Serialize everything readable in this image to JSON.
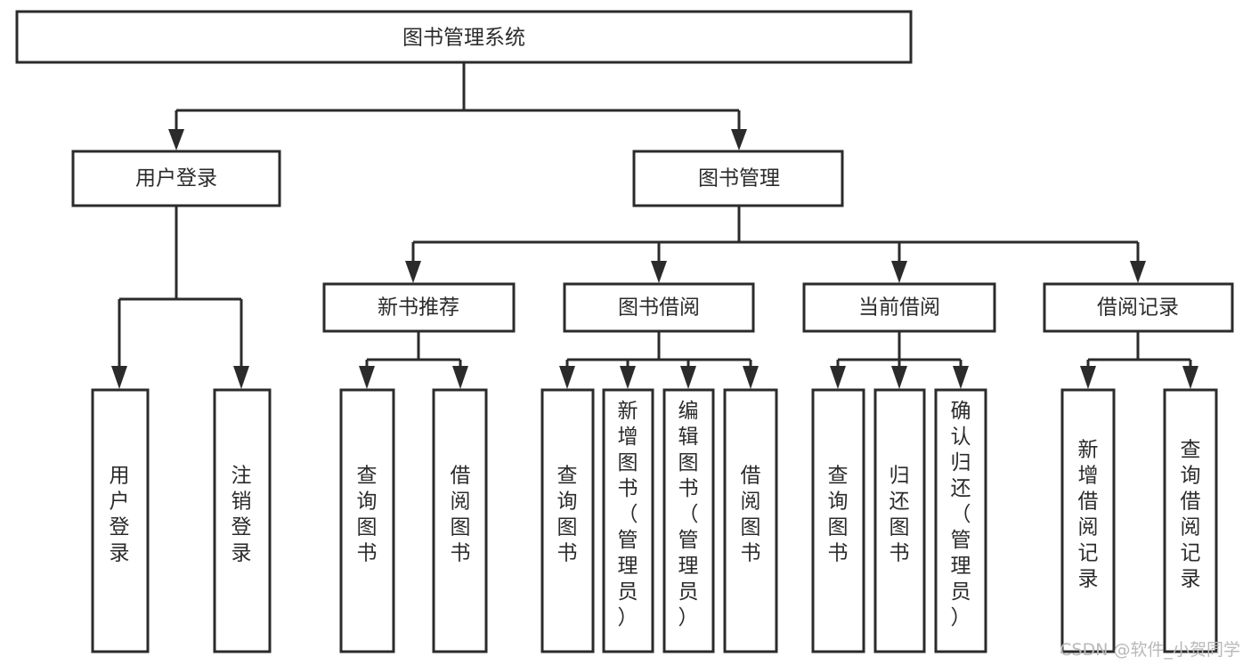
{
  "diagram": {
    "title": "图书管理系统",
    "type": "hierarchy-tree",
    "root": {
      "id": "root",
      "label": "图书管理系统",
      "orientation": "horizontal"
    },
    "level2": [
      {
        "id": "user-login",
        "label": "用户登录",
        "orientation": "horizontal"
      },
      {
        "id": "book-manage",
        "label": "图书管理",
        "orientation": "horizontal"
      }
    ],
    "level3": [
      {
        "id": "new-book-rec",
        "label": "新书推荐",
        "orientation": "horizontal",
        "parent": "book-manage"
      },
      {
        "id": "book-borrow",
        "label": "图书借阅",
        "orientation": "horizontal",
        "parent": "book-manage"
      },
      {
        "id": "current-borrow",
        "label": "当前借阅",
        "orientation": "horizontal",
        "parent": "book-manage"
      },
      {
        "id": "borrow-record",
        "label": "借阅记录",
        "orientation": "horizontal",
        "parent": "book-manage"
      }
    ],
    "leaves": [
      {
        "id": "leaf-user-login",
        "label": "用户登录",
        "orientation": "vertical",
        "parent": "user-login"
      },
      {
        "id": "leaf-logout-login",
        "label": "注销登录",
        "orientation": "vertical",
        "parent": "user-login"
      },
      {
        "id": "leaf-query-book-1",
        "label": "查询图书",
        "orientation": "vertical",
        "parent": "new-book-rec"
      },
      {
        "id": "leaf-borrow-book-1",
        "label": "借阅图书",
        "orientation": "vertical",
        "parent": "new-book-rec"
      },
      {
        "id": "leaf-query-book-2",
        "label": "查询图书",
        "orientation": "vertical",
        "parent": "book-borrow"
      },
      {
        "id": "leaf-add-book",
        "label": "新增图书（管理员）",
        "orientation": "vertical",
        "parent": "book-borrow"
      },
      {
        "id": "leaf-edit-book",
        "label": "编辑图书（管理员）",
        "orientation": "vertical",
        "parent": "book-borrow"
      },
      {
        "id": "leaf-borrow-book-2",
        "label": "借阅图书",
        "orientation": "vertical",
        "parent": "book-borrow"
      },
      {
        "id": "leaf-query-book-3",
        "label": "查询图书",
        "orientation": "vertical",
        "parent": "current-borrow"
      },
      {
        "id": "leaf-return-book",
        "label": "归还图书",
        "orientation": "vertical",
        "parent": "current-borrow"
      },
      {
        "id": "leaf-confirm-return",
        "label": "确认归还（管理员）",
        "orientation": "vertical",
        "parent": "current-borrow"
      },
      {
        "id": "leaf-add-record",
        "label": "新增借阅记录",
        "orientation": "vertical",
        "parent": "borrow-record"
      },
      {
        "id": "leaf-query-record",
        "label": "查询借阅记录",
        "orientation": "vertical",
        "parent": "borrow-record"
      }
    ],
    "colors": {
      "stroke": "#2b2b2b",
      "fill": "#ffffff",
      "text": "#2b2b2b",
      "background": "#ffffff",
      "watermark": "#b9b9b9"
    }
  },
  "watermark": {
    "text": "CSDN @软件_小贺同学"
  }
}
